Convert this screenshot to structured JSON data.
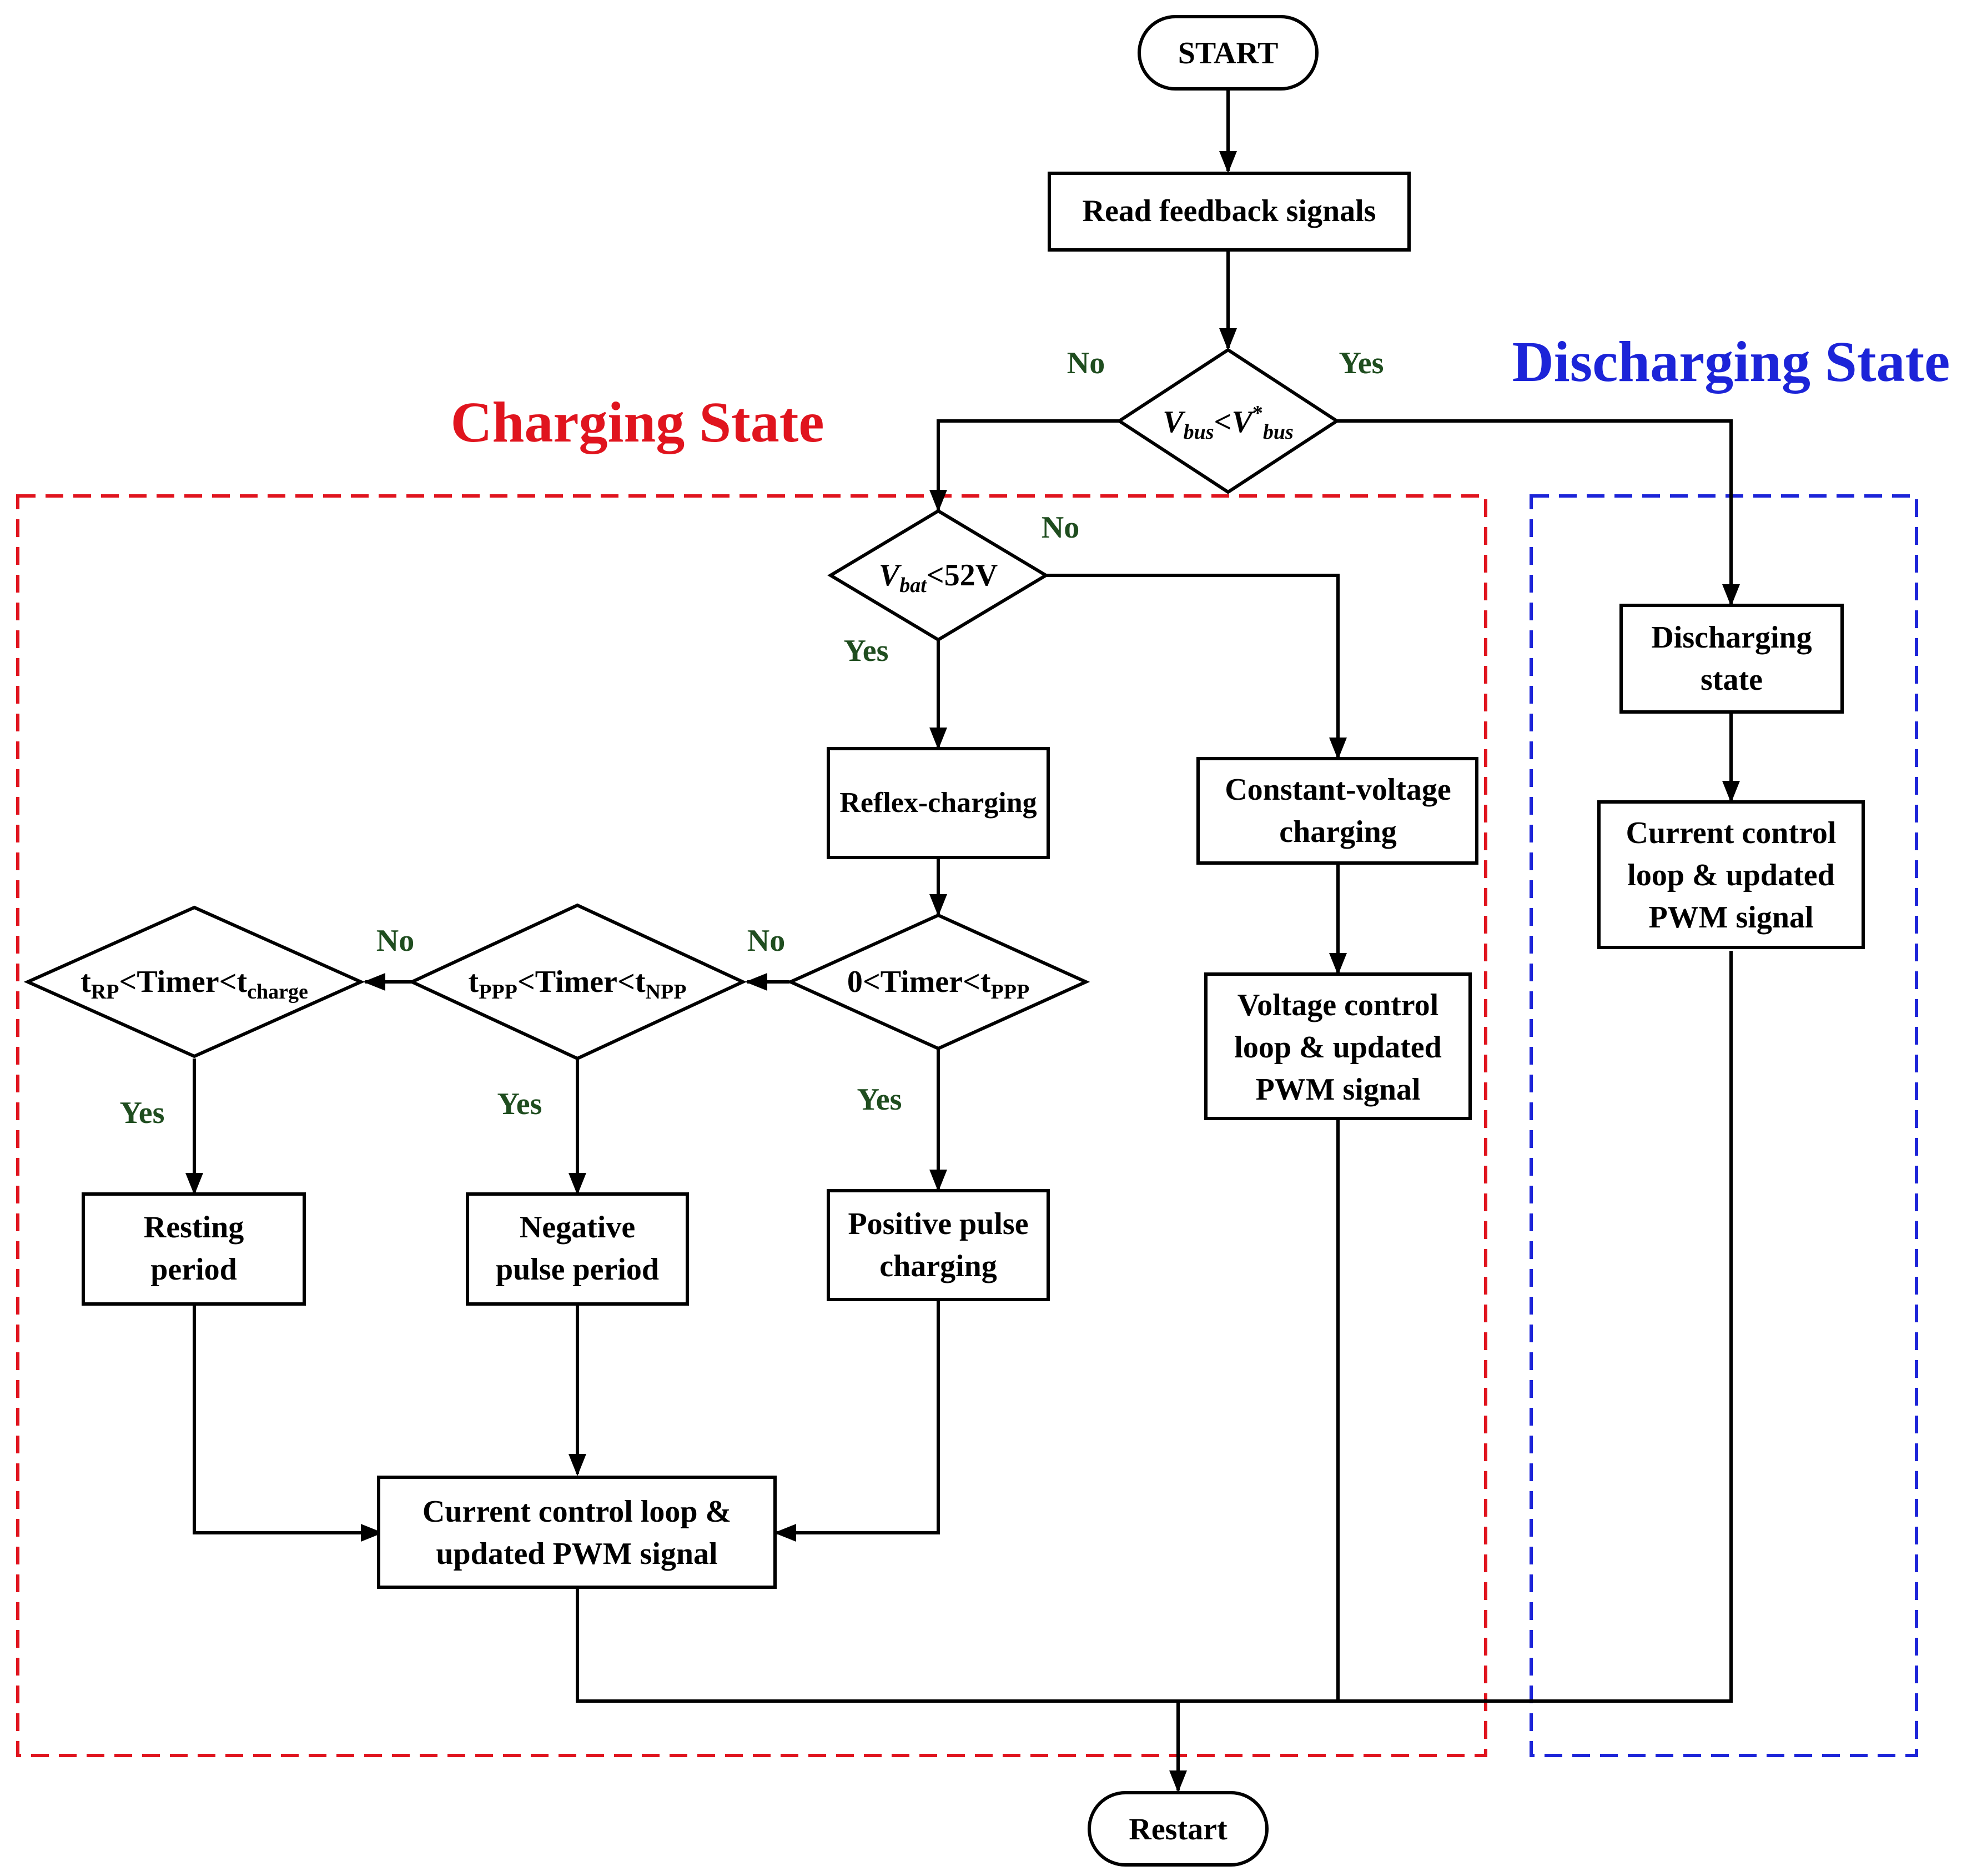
{
  "regions": {
    "charging": {
      "label": "Charging State",
      "color": "#e0141e"
    },
    "discharging": {
      "label": "Discharging State",
      "color": "#1c24d8"
    }
  },
  "nodes": {
    "start": "START",
    "read_feedback": "Read feedback signals",
    "bus_decision": {
      "v1": "V",
      "s1": "bus",
      "op": "<",
      "v2": "V",
      "sup2": "*",
      "s2": "bus"
    },
    "bat_decision": {
      "v": "V",
      "s": "bat",
      "rest": "<52V"
    },
    "reflex_charging": "Reflex-charging",
    "cv_charging": [
      "Constant-voltage",
      "charging"
    ],
    "voltage_loop": [
      "Voltage control",
      "loop & updated",
      "PWM signal"
    ],
    "discharging_state": [
      "Discharging",
      "state"
    ],
    "current_loop_discharge": [
      "Current control",
      "loop & updated",
      "PWM signal"
    ],
    "timer_ppp": {
      "a": "0<Timer<t",
      "s": "PPP"
    },
    "timer_npp": {
      "a": "t",
      "s1": "PPP",
      "b": "<Timer<t",
      "s2": "NPP"
    },
    "timer_charge": {
      "a": "t",
      "s1": "RP",
      "b": "<Timer<t",
      "s2": "charge"
    },
    "positive_pulse": [
      "Positive pulse",
      "charging"
    ],
    "negative_pulse": [
      "Negative",
      "pulse period"
    ],
    "resting": [
      "Resting",
      "period"
    ],
    "current_loop_charge": [
      "Current control loop &",
      "updated PWM signal"
    ],
    "restart": "Restart"
  },
  "edge_labels": {
    "bus_no": "No",
    "bus_yes": "Yes",
    "bat_no": "No",
    "bat_yes": "Yes",
    "ppp_no": "No",
    "ppp_yes": "Yes",
    "npp_no": "No",
    "npp_yes": "Yes",
    "charge_yes": "Yes"
  }
}
